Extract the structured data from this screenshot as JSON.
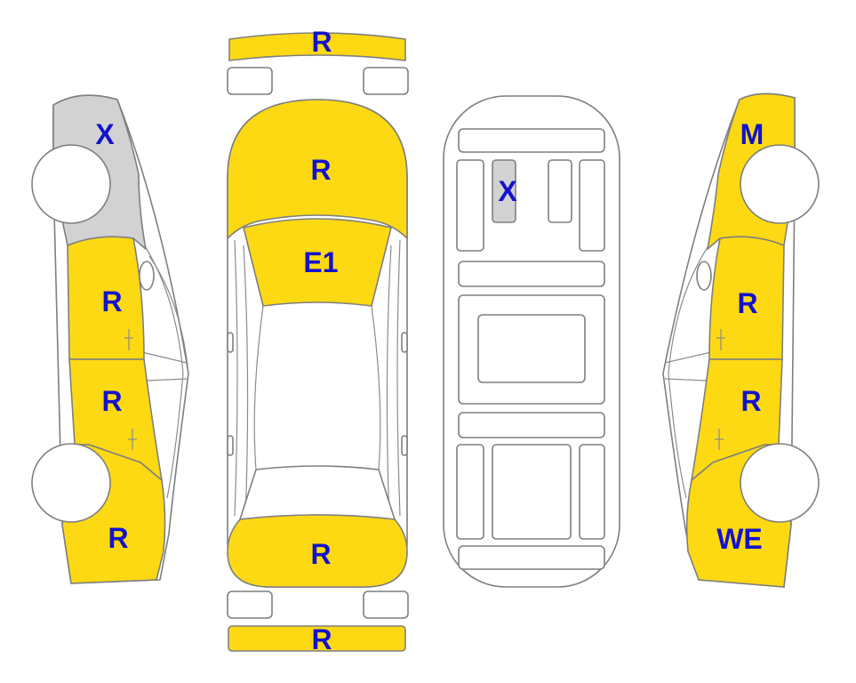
{
  "colors": {
    "damaged": "#fcd913",
    "missing": "#d2d2d2",
    "undamaged": "#ffffff",
    "outline": "#7f7f7f",
    "label": "#1212cc"
  },
  "parts": {
    "front_bumper": {
      "code": "R",
      "state": "damaged"
    },
    "hood": {
      "code": "R",
      "state": "damaged"
    },
    "windshield": {
      "code": "E1",
      "state": "damaged"
    },
    "trunk_lid": {
      "code": "R",
      "state": "damaged"
    },
    "rear_bumper": {
      "code": "R",
      "state": "damaged"
    },
    "left_front_fender": {
      "code": "X",
      "state": "missing"
    },
    "left_front_door": {
      "code": "R",
      "state": "damaged"
    },
    "left_rear_door": {
      "code": "R",
      "state": "damaged"
    },
    "left_rear_quarter": {
      "code": "R",
      "state": "damaged"
    },
    "right_front_fender": {
      "code": "M",
      "state": "damaged"
    },
    "right_front_door": {
      "code": "R",
      "state": "damaged"
    },
    "right_rear_door": {
      "code": "R",
      "state": "damaged"
    },
    "right_rear_quarter": {
      "code": "WE",
      "state": "damaged"
    },
    "floor_panel": {
      "code": "X",
      "state": "missing"
    }
  }
}
